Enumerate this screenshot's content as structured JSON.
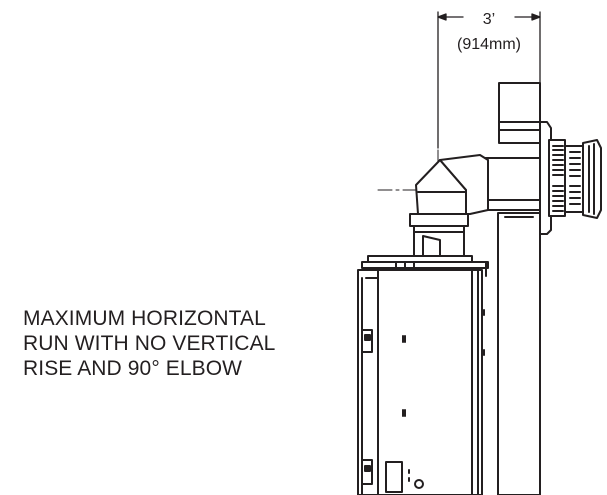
{
  "dimension": {
    "imperial": "3’",
    "metric": "(914mm)"
  },
  "caption": {
    "line1": "MAXIMUM HORIZONTAL",
    "line2": "RUN WITH NO VERTICAL",
    "line3": "RISE AND 90° ELBOW"
  },
  "colors": {
    "ink": "#231f20",
    "background": "#ffffff"
  }
}
